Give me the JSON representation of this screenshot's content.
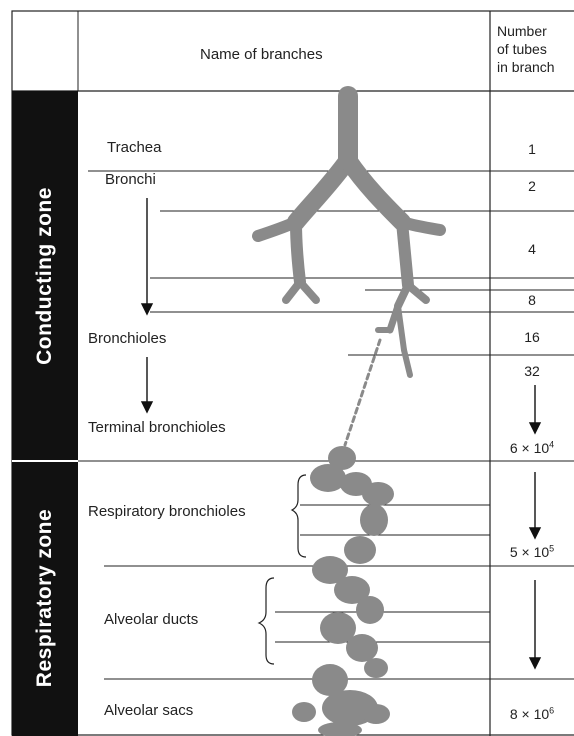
{
  "header": {
    "branches_title": "Name of branches",
    "tubes_title": [
      "Number",
      "of tubes",
      "in branch"
    ]
  },
  "zones": {
    "conducting": "Conducting zone",
    "respiratory": "Respiratory zone"
  },
  "branches": {
    "trachea": "Trachea",
    "bronchi": "Bronchi",
    "bronchioles": "Bronchioles",
    "terminal_bronchioles": "Terminal bronchioles",
    "respiratory_bronchioles": "Respiratory bronchioles",
    "alveolar_ducts": "Alveolar ducts",
    "alveolar_sacs": "Alveolar sacs"
  },
  "tube_counts": {
    "c1": "1",
    "c2": "2",
    "c4": "4",
    "c8": "8",
    "c16": "16",
    "c32": "32",
    "terminal": {
      "base": "6 × 10",
      "exp": "4"
    },
    "respiratory": {
      "base": "5 × 10",
      "exp": "5"
    },
    "sacs": {
      "base": "8 × 10",
      "exp": "6"
    }
  },
  "colors": {
    "zone_band": "#111111",
    "airway": "#8a8a8a",
    "lines": "#222222"
  }
}
